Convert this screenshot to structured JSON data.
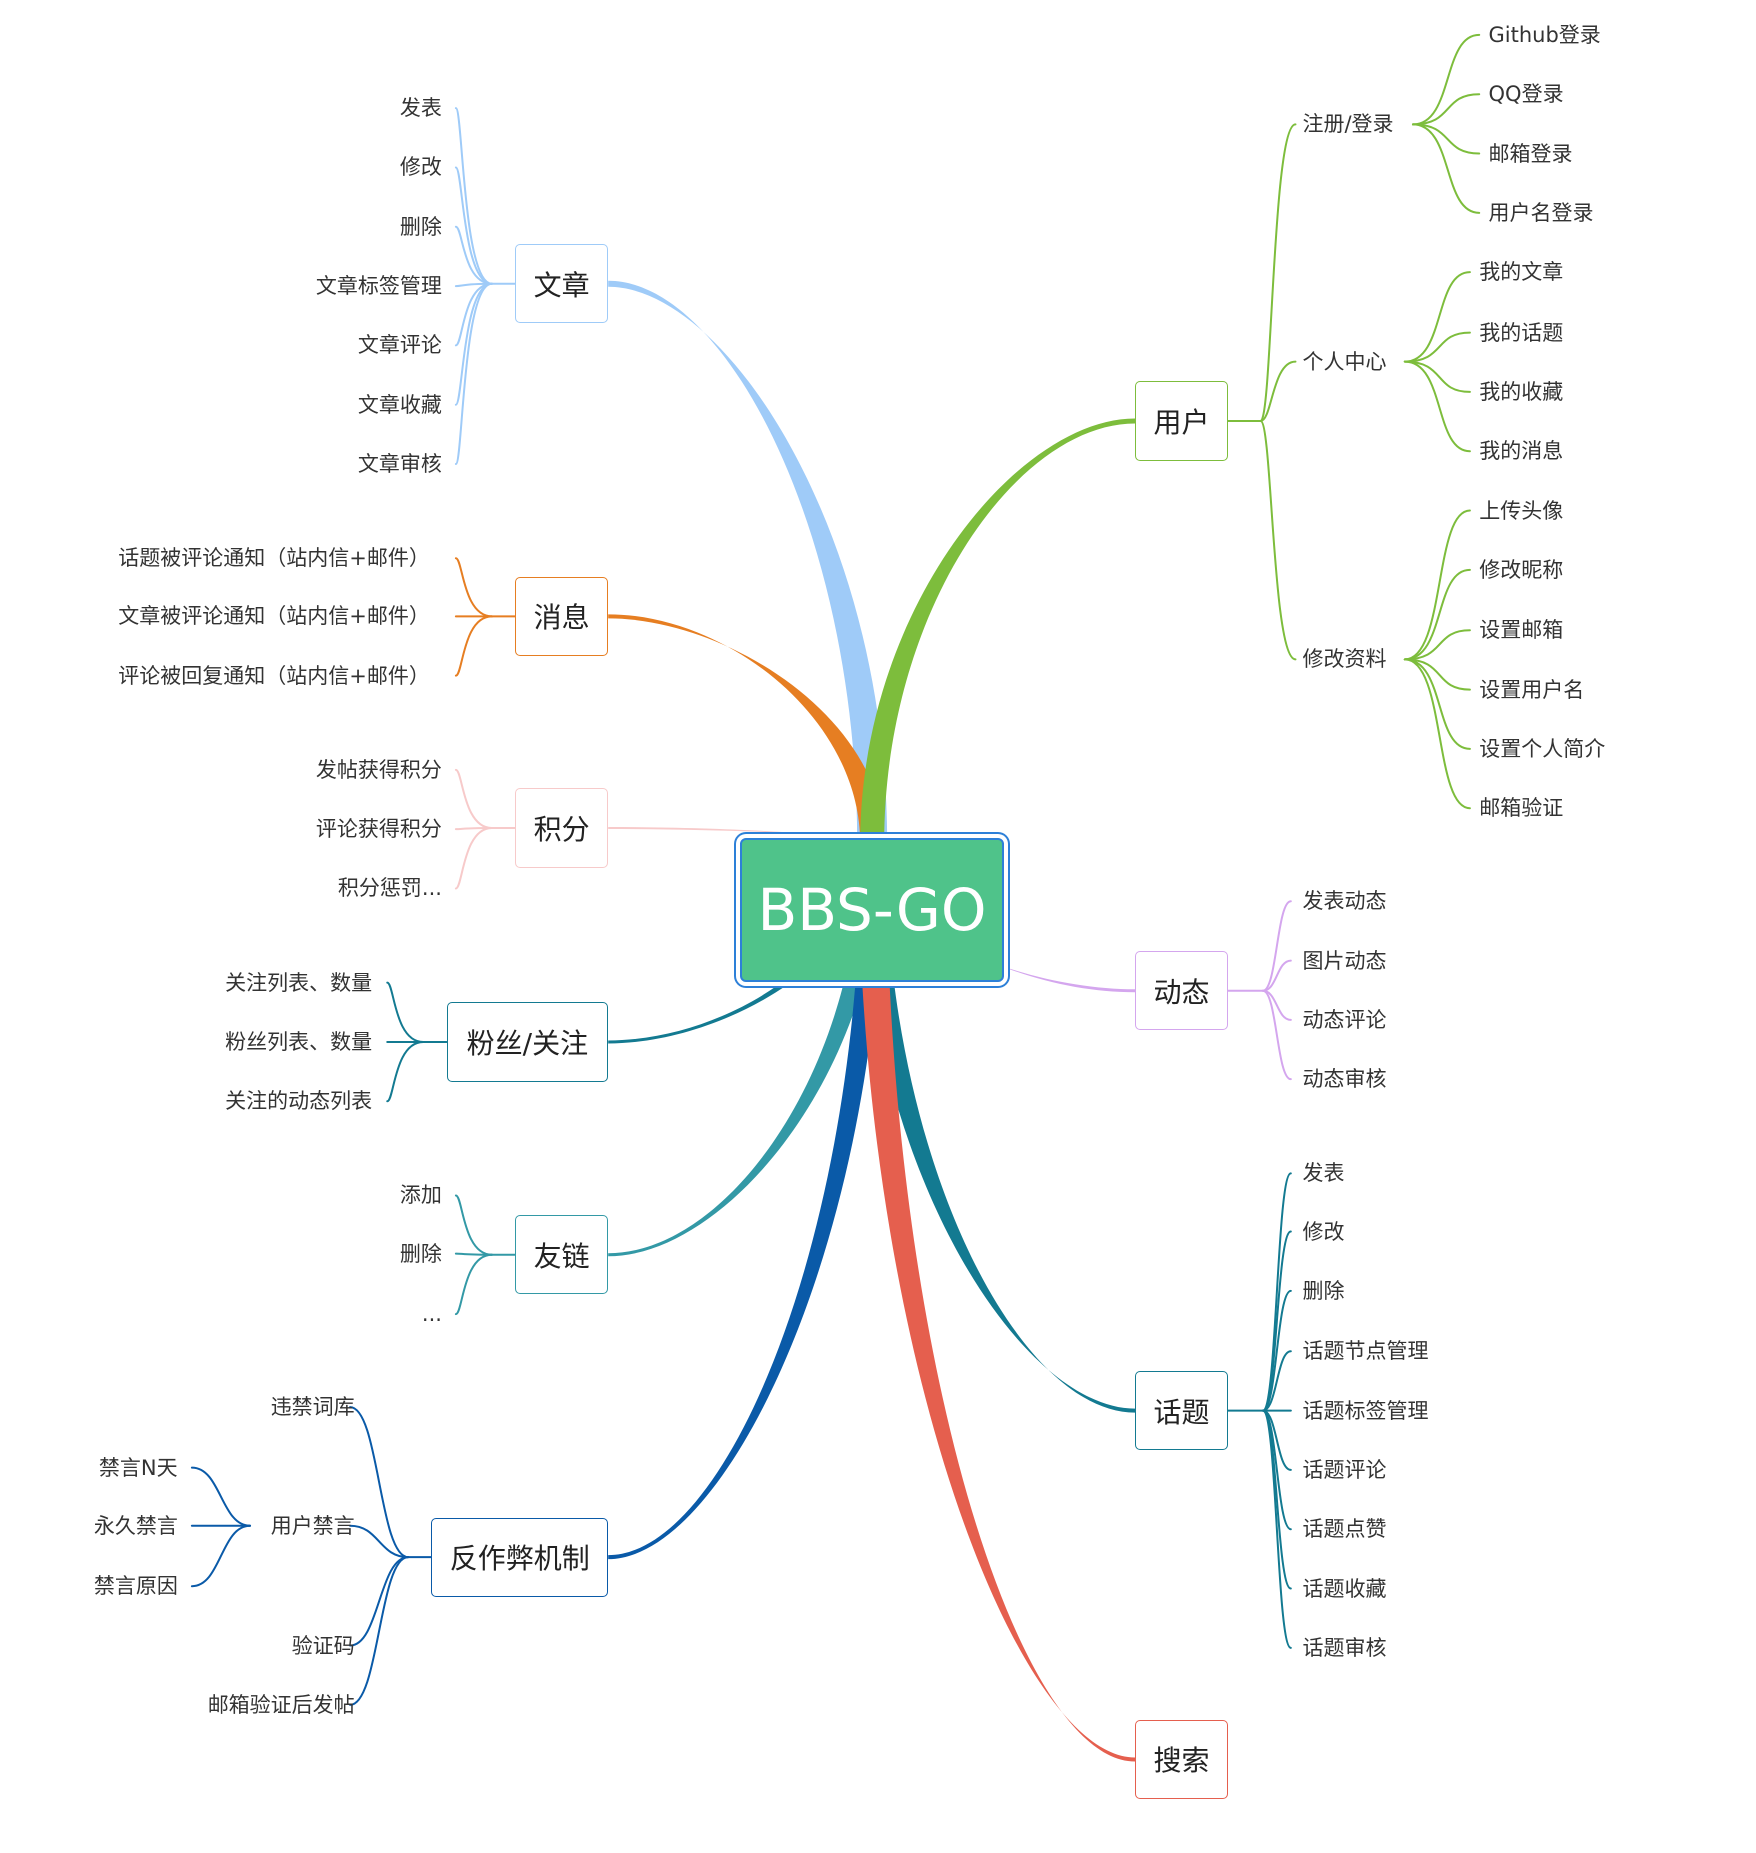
{
  "center": {
    "label": "BBS-GO"
  },
  "branches": [
    {
      "id": "article",
      "label": "文章",
      "color": "#9fcbf8",
      "items": [
        "发表",
        "修改",
        "删除",
        "文章标签管理",
        "文章评论",
        "文章收藏",
        "文章审核"
      ]
    },
    {
      "id": "message",
      "label": "消息",
      "color": "#e67e22",
      "items": [
        "话题被评论通知（站内信+邮件）",
        "文章被评论通知（站内信+邮件）",
        "评论被回复通知（站内信+邮件）"
      ]
    },
    {
      "id": "points",
      "label": "积分",
      "color": "#f7caca",
      "items": [
        "发帖获得积分",
        "评论获得积分",
        "积分惩罚..."
      ]
    },
    {
      "id": "fans",
      "label": "粉丝/关注",
      "color": "#137a91",
      "items": [
        "关注列表、数量",
        "粉丝列表、数量",
        "关注的动态列表"
      ]
    },
    {
      "id": "links",
      "label": "友链",
      "color": "#3399a6",
      "items": [
        "添加",
        "删除",
        "..."
      ]
    },
    {
      "id": "anticheat",
      "label": "反作弊机制",
      "color": "#0a5aa8",
      "items": [
        {
          "label": "违禁词库"
        },
        {
          "label": "用户禁言",
          "children": [
            "禁言N天",
            "永久禁言",
            "禁言原因"
          ]
        },
        {
          "label": "验证码"
        },
        {
          "label": "邮箱验证后发帖"
        }
      ]
    },
    {
      "id": "user",
      "label": "用户",
      "color": "#7dbd3c",
      "items": [
        {
          "label": "注册/登录",
          "children": [
            "Github登录",
            "QQ登录",
            "邮箱登录",
            "用户名登录"
          ]
        },
        {
          "label": "个人中心",
          "children": [
            "我的文章",
            "我的话题",
            "我的收藏",
            "我的消息"
          ]
        },
        {
          "label": "修改资料",
          "children": [
            "上传头像",
            "修改昵称",
            "设置邮箱",
            "设置用户名",
            "设置个人简介",
            "邮箱验证"
          ]
        }
      ]
    },
    {
      "id": "dynamic",
      "label": "动态",
      "color": "#d4a6ee",
      "items": [
        "发表动态",
        "图片动态",
        "动态评论",
        "动态审核"
      ]
    },
    {
      "id": "topic",
      "label": "话题",
      "color": "#137a91",
      "items": [
        "发表",
        "修改",
        "删除",
        "话题节点管理",
        "话题标签管理",
        "话题评论",
        "话题点赞",
        "话题收藏",
        "话题审核"
      ]
    },
    {
      "id": "search",
      "label": "搜索",
      "color": "#e55f4e",
      "items": []
    }
  ]
}
